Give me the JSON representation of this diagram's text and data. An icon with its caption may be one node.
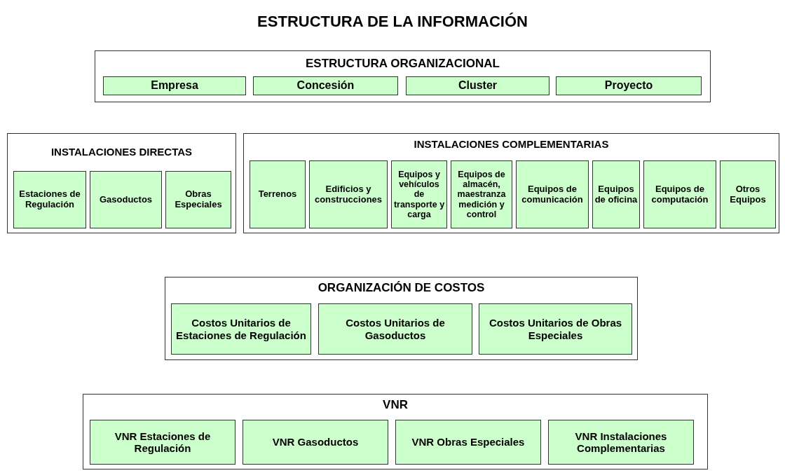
{
  "diagram": {
    "title": "ESTRUCTURA DE LA INFORMACIÓN",
    "nodes": [
      {
        "text": [
          "ESTRUCTURA ORGANIZACIONAL"
        ]
      },
      {
        "text": [
          "Empresa"
        ],
        "in": 0
      },
      {
        "text": [
          "Concesión"
        ],
        "in": 0
      },
      {
        "text": [
          "Cluster"
        ],
        "in": 0
      },
      {
        "text": [
          "Proyecto"
        ],
        "in": 0
      },
      {
        "text": [
          "INSTALACIONES DIRECTAS"
        ]
      },
      {
        "text": [
          "Estaciones de Regulación"
        ],
        "in": 5
      },
      {
        "text": [
          "Gasoductos"
        ],
        "in": 5
      },
      {
        "text": [
          "Obras Especiales"
        ],
        "in": 5
      },
      {
        "text": [
          "INSTALACIONES COMPLEMENTARIAS"
        ]
      },
      {
        "text": [
          "Terrenos"
        ],
        "in": 9
      },
      {
        "text": [
          "Edificios y construcciones"
        ],
        "in": 9
      },
      {
        "text": [
          "Equipos y vehículos de transporte y carga"
        ],
        "in": 9
      },
      {
        "text": [
          "Equipos de almacén, maestranza medición y control"
        ],
        "in": 9
      },
      {
        "text": [
          "Equipos de comunicación"
        ],
        "in": 9
      },
      {
        "text": [
          "Equipos de oficina"
        ],
        "in": 9
      },
      {
        "text": [
          "Equipos de computación"
        ],
        "in": 9
      },
      {
        "text": [
          "Otros Equipos"
        ],
        "in": 9
      },
      {
        "text": [
          "ORGANIZACIÓN DE COSTOS"
        ]
      },
      {
        "text": [
          "Costos Unitarios de Estaciones de Regulación"
        ],
        "in": 18
      },
      {
        "text": [
          "Costos Unitarios de Gasoductos"
        ],
        "in": 18
      },
      {
        "text": [
          "Costos Unitarios de Obras Especiales"
        ],
        "in": 18
      },
      {
        "text": [
          "VNR"
        ]
      },
      {
        "text": [
          "VNR Estaciones de Regulación"
        ],
        "in": 22
      },
      {
        "text": [
          "VNR Gasoductos"
        ],
        "in": 22
      },
      {
        "text": [
          "VNR Obras Especiales"
        ],
        "in": 22
      },
      {
        "text": [
          "VNR Instalaciones Complementarias"
        ],
        "in": 22
      }
    ]
  }
}
